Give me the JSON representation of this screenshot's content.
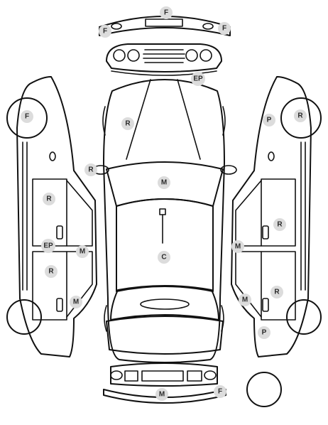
{
  "markers": {
    "front_bumper_center": "F",
    "front_bumper_left": "F",
    "front_bumper_right": "F",
    "windshield_edge": "EP",
    "hood": "R",
    "left_mirror": "R",
    "roof": "M",
    "rear_roof_mark": "C",
    "left_front_wheel": "F",
    "left_front_door": "R",
    "left_sill": "EP",
    "left_b_pillar": "M",
    "left_rear_door": "R",
    "left_rear_sill": "M",
    "right_front_wheel_p": "P",
    "right_front_wheel_r": "R",
    "right_front_door": "R",
    "right_b_pillar": "M",
    "right_rear_door": "R",
    "right_rear_sill": "M",
    "right_rear_wheel_p": "P",
    "rear_bumper_center": "M",
    "rear_bumper_right": "F"
  }
}
